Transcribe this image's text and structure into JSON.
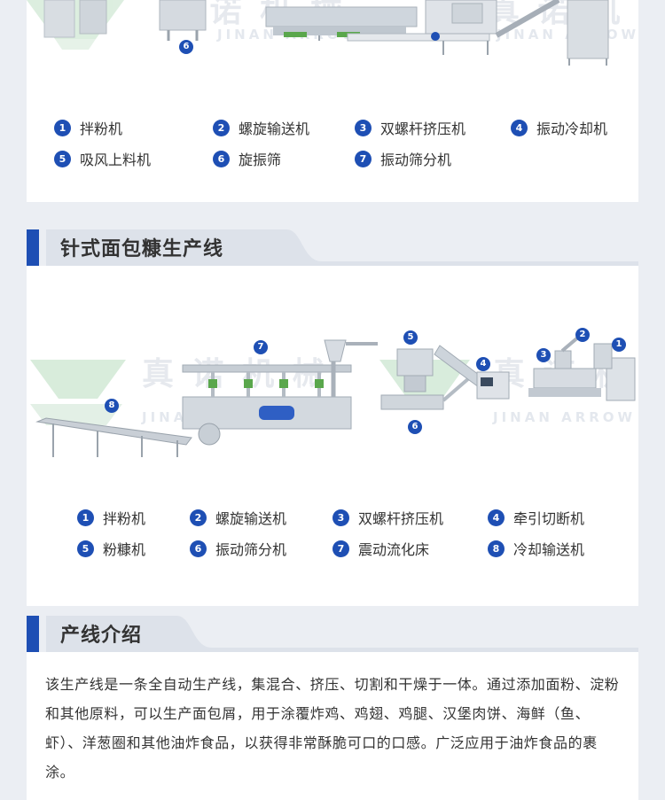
{
  "line1": {
    "watermark_cn": "真 诺 机 械",
    "watermark_en": "JINAN ARROW",
    "diagram_label": "6",
    "legend": [
      {
        "num": "1",
        "label": "拌粉机"
      },
      {
        "num": "2",
        "label": "螺旋输送机"
      },
      {
        "num": "3",
        "label": "双螺杆挤压机"
      },
      {
        "num": "4",
        "label": "振动冷却机"
      },
      {
        "num": "5",
        "label": "吸风上料机"
      },
      {
        "num": "6",
        "label": "旋振筛"
      },
      {
        "num": "7",
        "label": "振动筛分机"
      }
    ]
  },
  "section2": {
    "title": "针式面包糠生产线"
  },
  "line2": {
    "watermark_cn": "真 诺 机 械",
    "watermark_en": "JINAN ARROW",
    "labels": [
      "1",
      "2",
      "3",
      "4",
      "5",
      "6",
      "7",
      "8"
    ],
    "legend": [
      {
        "num": "1",
        "label": "拌粉机"
      },
      {
        "num": "2",
        "label": "螺旋输送机"
      },
      {
        "num": "3",
        "label": "双螺杆挤压机"
      },
      {
        "num": "4",
        "label": "牵引切断机"
      },
      {
        "num": "5",
        "label": "粉糠机"
      },
      {
        "num": "6",
        "label": "振动筛分机"
      },
      {
        "num": "7",
        "label": "震动流化床"
      },
      {
        "num": "8",
        "label": "冷却输送机"
      }
    ]
  },
  "section3": {
    "title": "产线介绍",
    "text": "该生产线是一条全自动生产线，集混合、挤压、切割和干燥于一体。通过添加面粉、淀粉和其他原料，可以生产面包屑，用于涂覆炸鸡、鸡翅、鸡腿、汉堡肉饼、海鲜（鱼、虾）、洋葱圈和其他油炸食品，以获得非常酥脆可口的口感。广泛应用于油炸食品的裹涂。"
  },
  "colors": {
    "accent": "#1e4fb4",
    "header_bg": "#dde2ea",
    "page_bg": "#ebeef3",
    "watermark_green": "#d4ead8"
  }
}
